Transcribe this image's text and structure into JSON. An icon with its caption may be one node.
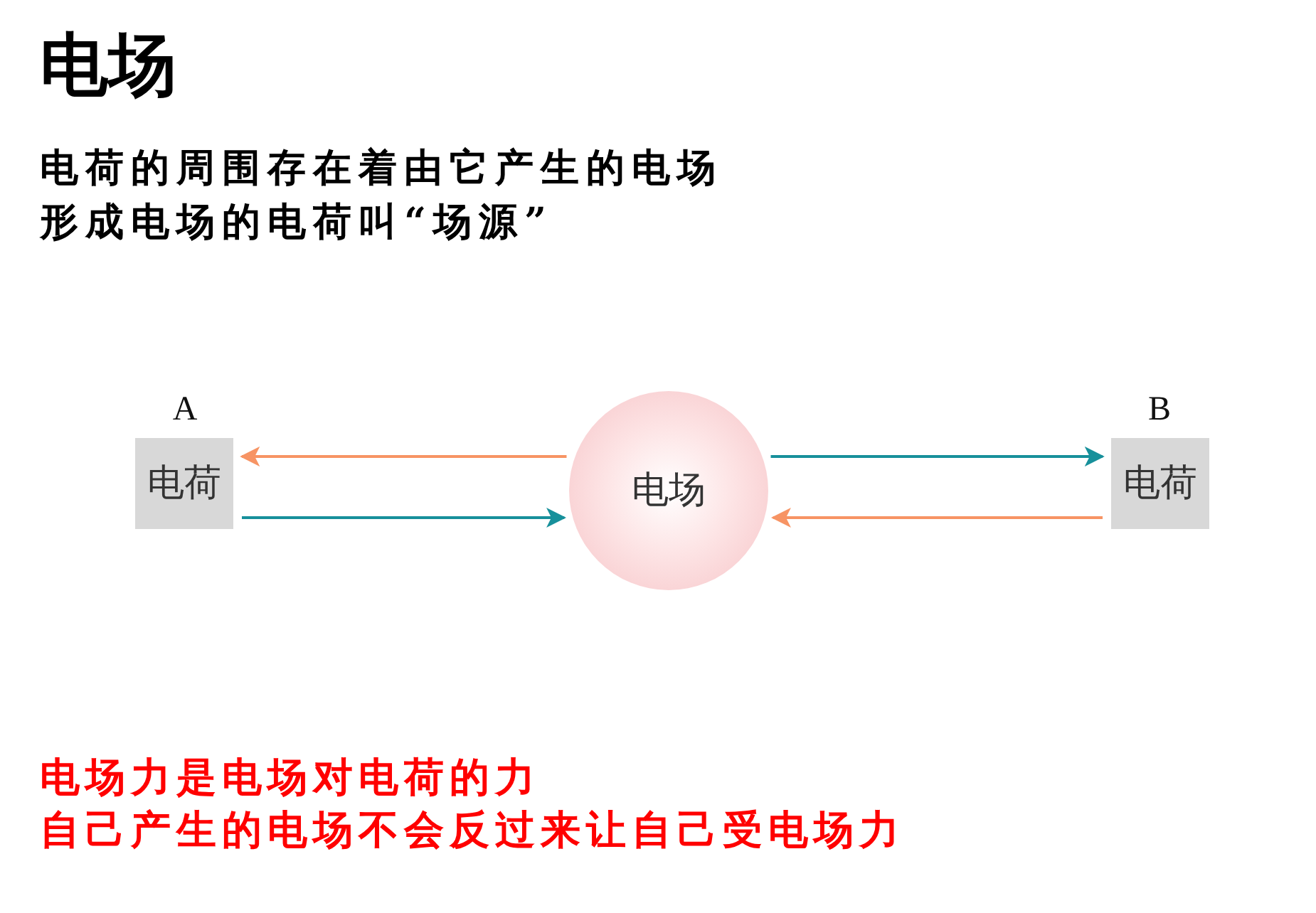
{
  "diagram": {
    "title": "电场",
    "nodes": [
      {
        "text": [
          "电荷"
        ],
        "beside": [
          "A"
        ]
      },
      {
        "text": [
          "电场"
        ]
      },
      {
        "text": [
          "电荷"
        ],
        "beside": [
          "B"
        ]
      }
    ],
    "edges": [
      {
        "from": 1,
        "to": 0,
        "arrow": "to",
        "color": "#f79464"
      },
      {
        "from": 0,
        "to": 1,
        "arrow": "to",
        "color": "#17909b"
      },
      {
        "from": 1,
        "to": 2,
        "arrow": "to",
        "color": "#17909b"
      },
      {
        "from": 2,
        "to": 1,
        "arrow": "to",
        "color": "#f79464"
      }
    ],
    "labels": [
      "电荷的周围存在着由它产生的电场",
      "形成电场的电荷叫“场源”",
      "电场力是电场对电荷的力",
      "自己产生的电场不会反过来让自己受电场力"
    ]
  }
}
